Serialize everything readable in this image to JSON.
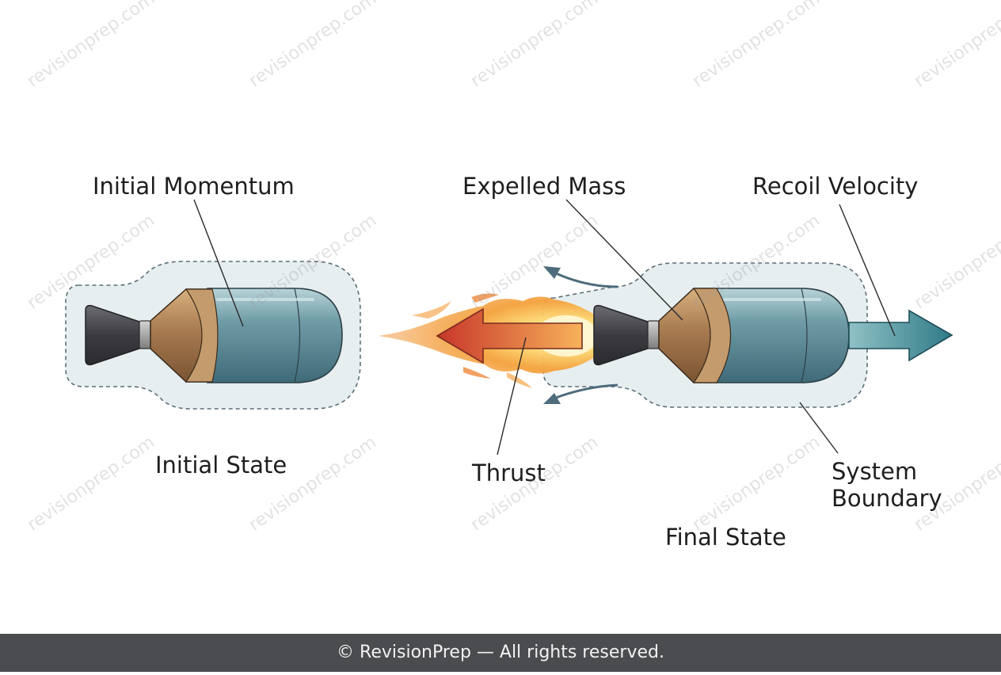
{
  "labels": {
    "initial_momentum": "Initial Momentum",
    "expelled_mass": "Expelled Mass",
    "recoil_velocity": "Recoil Velocity",
    "initial_state": "Initial State",
    "thrust": "Thrust",
    "system_boundary_line1": "System",
    "system_boundary_line2": "Boundary",
    "final_state": "Final State"
  },
  "watermark": {
    "text": "revisionprep.com"
  },
  "footer": {
    "text": "© RevisionPrep — All rights reserved."
  },
  "colors": {
    "boundary_fill": "#e6eef0",
    "boundary_stroke": "#5d6f78",
    "nozzle_dark": "#3f3f46",
    "neck": "#9a9a9a",
    "cone_bronze": "#a67a52",
    "body_teal": "#5e8e99",
    "body_highlight": "#a9c9cf",
    "flame_core": "#fff6c2",
    "flame_orange": "#f3a23c",
    "flame_red": "#d94a2f",
    "recoil_arrow": "#3f8a93",
    "flow_arrow": "#4e6c7c",
    "leader_line": "#2a2a2a",
    "footer_bg": "#4b4c4f"
  },
  "icons": {
    "left_rocket": "rocket-icon",
    "right_rocket": "rocket-icon",
    "exhaust": "flame-icon"
  }
}
